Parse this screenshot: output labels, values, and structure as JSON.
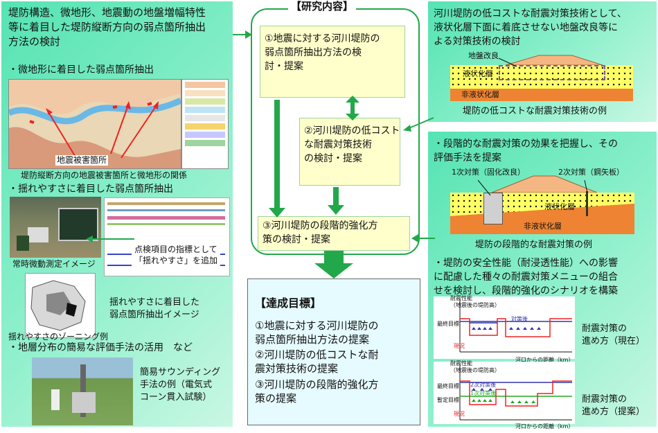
{
  "left": {
    "heading": "堤防構造、微地形、地震動の地盤増幅特性\n等に着目した堤防縦断方向の弱点箇所抽出\n方法の検討",
    "bullet1": "・微地形に着目した弱点箇所抽出",
    "map_label": "地震被害箇所",
    "map_caption": "堤防縦断方向の地震被害箇所と微地形の関係",
    "bullet2": "・揺れやすさに着目した弱点箇所抽出",
    "photo1_caption": "常時微動測定イメージ",
    "overlay_text": "点検項目の指標として\n「揺れやすさ」を追加",
    "extract_caption": "揺れやすさに着目した\n弱点箇所抽出イメージ",
    "zoning_caption": "揺れやすさのゾーニング例",
    "bullet3": "・地層分布の簡易な評価手法の活用　など",
    "sounding_caption": "簡易サウンディング\n手法の例（電気式\nコーン貫入試験）"
  },
  "center": {
    "title": "【研究内容】",
    "item1": "①地震に対する河川堤防の\n弱点箇所抽出方法の検\n討・提案",
    "item2": "②河川堤防の低コスト\nな耐震対策技術\nの検討・提案",
    "item3": "③河川堤防の段階的強化方\n策の検討・提案",
    "goal_title": "【達成目標】",
    "goal1": "①地震に対する河川堤防の\n弱点箇所抽出方法の提案",
    "goal2": "②河川堤防の低コストな耐\n震対策技術の提案",
    "goal3": "③河川堤防の段階的強化方\n策の提案"
  },
  "right_top": {
    "text": "河川堤防の低コストな耐震対策技術として、\n液状化層下面に着底させない地盤改良等に\nよる対策技術の検討",
    "label_improve": "地盤改良",
    "label_liq": "液状化層",
    "label_nonliq": "非液状化層",
    "caption": "堤防の低コストな耐震対策技術の例"
  },
  "right_mid": {
    "text": "・段階的な耐震対策の効果を把握し、その\n評価手法を提案",
    "label_first": "1次対策（固化改良）",
    "label_second": "2次対策（鋼矢板）",
    "label_liq": "液状化層",
    "label_nonliq": "非液状化層",
    "caption": "堤防の段階的な耐震対策の例"
  },
  "right_bottom": {
    "text": "・堤防の安全性能（耐浸透性能）への影響\nに配慮した種々の耐震対策メニューの組合\nせを検討し、段階的強化のシナリオを構築",
    "g1_ylabel": "耐震性能\n（地震後の堤防高）",
    "g1_target": "最終目標",
    "g1_measure": "対策後",
    "g1_current": "現況",
    "g1_xlabel": "河口からの距離（km）",
    "g1_caption": "耐震対策の\n進め方（現在）",
    "g2_ylabel": "耐震性能\n（地震後の堤防高）",
    "g2_target": "最終目標",
    "g2_interim": "暫定目標",
    "g2_measure2": "2次対策後",
    "g2_measure1": "1次対策後",
    "g2_current": "現況",
    "g2_xlabel": "河口からの距離（km）",
    "g2_caption": "耐震対策の\n進め方（提案）"
  },
  "colors": {
    "panel": "#6ee8bd",
    "arrow": "#22a84a",
    "box": "#ffffcc",
    "goal": "#e8fbff",
    "target": "#3333aa",
    "current": "#ee2222"
  }
}
